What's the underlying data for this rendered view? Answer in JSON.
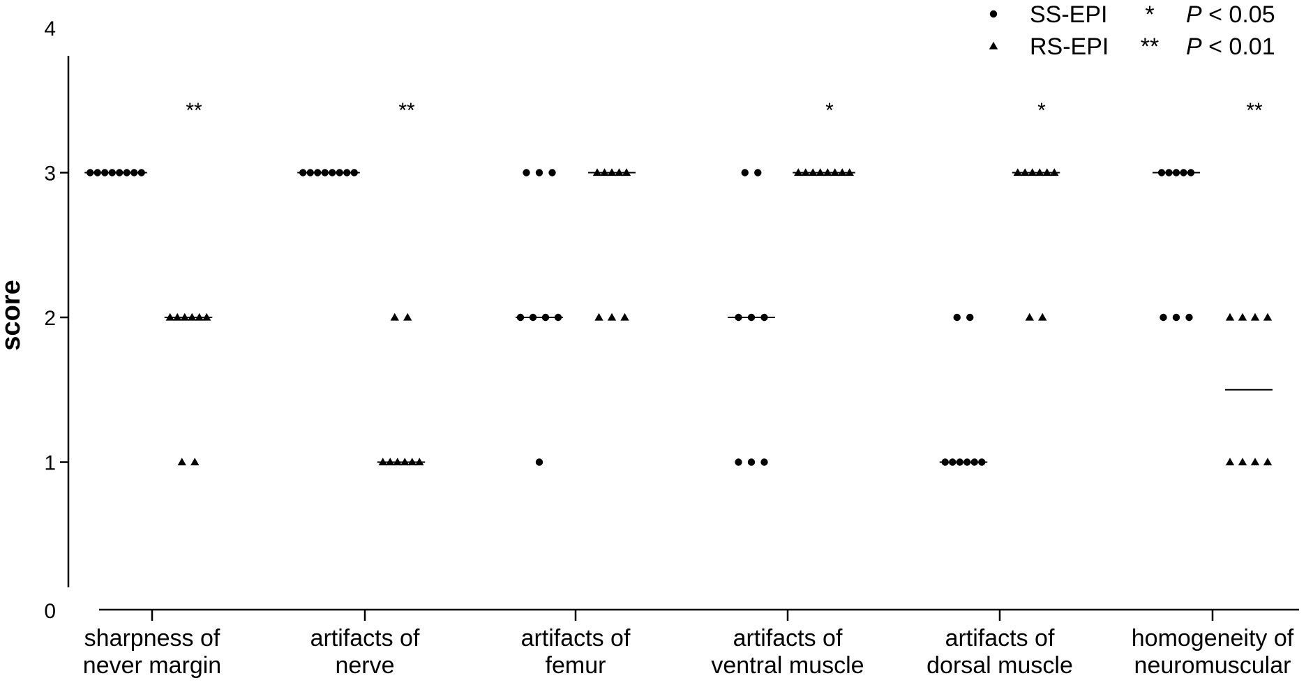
{
  "chart_data": {
    "type": "scatter",
    "ylabel": "score",
    "xlabel": "",
    "ylim": [
      0,
      4
    ],
    "yticks": [
      "0",
      "1",
      "2",
      "3",
      "4"
    ],
    "categories": [
      [
        "sharpness of",
        "never margin"
      ],
      [
        "artifacts of",
        "nerve"
      ],
      [
        "artifacts of",
        "femur"
      ],
      [
        "artifacts of",
        "ventral muscle"
      ],
      [
        "artifacts of",
        "dorsal muscle"
      ],
      [
        "homogeneity of",
        "neuromuscular"
      ]
    ],
    "series": [
      {
        "name": "SS-EPI",
        "marker": "circle",
        "groups": [
          {
            "points": [
              {
                "score": 3,
                "count": 8
              }
            ],
            "median": 3
          },
          {
            "points": [
              {
                "score": 3,
                "count": 8
              }
            ],
            "median": 3
          },
          {
            "points": [
              {
                "score": 3,
                "count": 3
              },
              {
                "score": 2,
                "count": 4
              },
              {
                "score": 1,
                "count": 1
              }
            ],
            "median": 2
          },
          {
            "points": [
              {
                "score": 3,
                "count": 2
              },
              {
                "score": 2,
                "count": 3
              },
              {
                "score": 1,
                "count": 3
              }
            ],
            "median": 2
          },
          {
            "points": [
              {
                "score": 2,
                "count": 2
              },
              {
                "score": 1,
                "count": 6
              }
            ],
            "median": 1
          },
          {
            "points": [
              {
                "score": 3,
                "count": 5
              },
              {
                "score": 2,
                "count": 3
              }
            ],
            "median": 3
          }
        ]
      },
      {
        "name": "RS-EPI",
        "marker": "triangle",
        "groups": [
          {
            "points": [
              {
                "score": 2,
                "count": 6
              },
              {
                "score": 1,
                "count": 2
              }
            ],
            "median": 2
          },
          {
            "points": [
              {
                "score": 2,
                "count": 2
              },
              {
                "score": 1,
                "count": 6
              }
            ],
            "median": 1
          },
          {
            "points": [
              {
                "score": 3,
                "count": 5
              },
              {
                "score": 2,
                "count": 3
              }
            ],
            "median": 3
          },
          {
            "points": [
              {
                "score": 3,
                "count": 8
              }
            ],
            "median": 3
          },
          {
            "points": [
              {
                "score": 3,
                "count": 6
              },
              {
                "score": 2,
                "count": 2
              }
            ],
            "median": 3
          },
          {
            "points": [
              {
                "score": 2,
                "count": 4
              },
              {
                "score": 1,
                "count": 4
              }
            ],
            "median": 1.5
          }
        ]
      }
    ],
    "significance": [
      "**",
      "**",
      "",
      "*",
      "*",
      "**"
    ],
    "legend": {
      "position": "top-right",
      "series_entries": [
        "SS-EPI",
        "RS-EPI"
      ],
      "significance_entries": [
        {
          "marker": "*",
          "p": "P",
          "rest": " < 0.05"
        },
        {
          "marker": "**",
          "p": "P",
          "rest": " < 0.01"
        }
      ]
    },
    "colors": {
      "marks": "#000000",
      "background": "#ffffff"
    }
  }
}
